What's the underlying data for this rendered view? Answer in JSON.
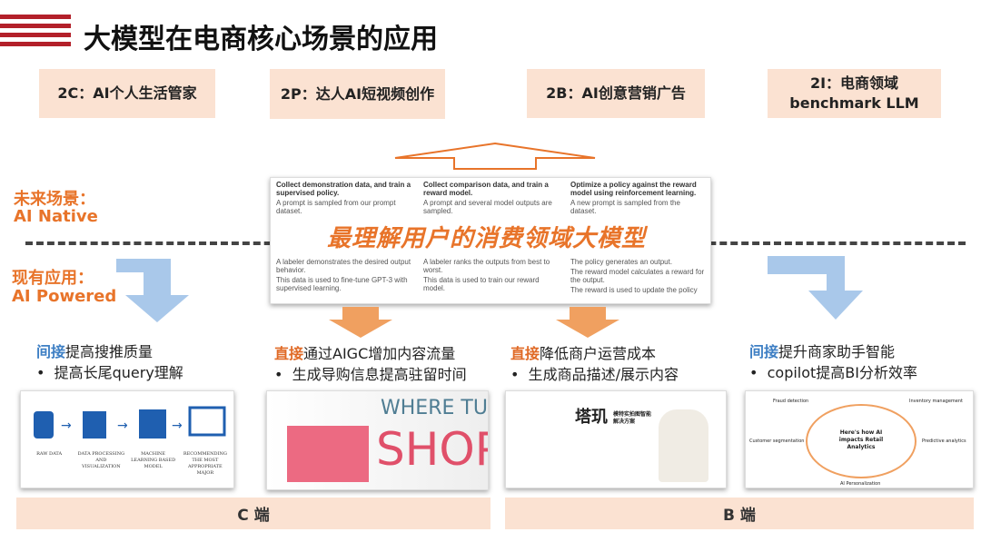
{
  "title": "大模型在电商核心场景的应用",
  "top_boxes": [
    "2C：AI个人生活管家",
    "2P：达人AI短视频创作",
    "2B：AI创意营销广告",
    "2I：电商领域 benchmark LLM"
  ],
  "left_labels": {
    "future": "未来场景：",
    "future_sub": "AI Native",
    "current": "现有应用：",
    "current_sub": "AI Powered"
  },
  "center_image": {
    "overlay": "最理解用户的消费领域大模型",
    "columns": [
      {
        "head": "Collect demonstration data, and train a supervised policy.",
        "body": [
          "A prompt is sampled from our prompt dataset.",
          "A labeler demonstrates the desired output behavior.",
          "This data is used to fine-tune GPT-3 with supervised learning."
        ]
      },
      {
        "head": "Collect comparison data, and train a reward model.",
        "body": [
          "A prompt and several model outputs are sampled.",
          "A labeler ranks the outputs from best to worst.",
          "This data is used to train our reward model."
        ]
      },
      {
        "head": "Optimize a policy against the reward model using reinforcement learning.",
        "body": [
          "A new prompt is sampled from the dataset.",
          "The policy generates an output.",
          "The reward model calculates a reward for the output.",
          "The reward is used to update the policy"
        ]
      }
    ]
  },
  "apps": [
    {
      "lead": "间接",
      "rest": "提高搜推质量",
      "bullet": "提高长尾query理解",
      "img": [
        "RAW DATA",
        "DATA PROCESSING AND VISUALIZATION",
        "MACHINE LEARNING BASED MODEL",
        "RECOMMENDING THE MOST APPROPRIATE MAJOR"
      ]
    },
    {
      "lead": "直接",
      "rest": "通过AIGC增加内容流量",
      "bullet": "生成导购信息提高驻留时间",
      "img": [
        "WHERE TU",
        "SHOP"
      ]
    },
    {
      "lead": "直接",
      "rest": "降低商户运营成本",
      "bullet": "生成商品描述/展示内容",
      "img": [
        "塔玑",
        "模特实拍图智能解决方案"
      ]
    },
    {
      "lead": "间接",
      "rest": "提升商家助手智能",
      "bullet": "copilot提高BI分析效率",
      "img": [
        "Here's how AI impacts Retail Analytics",
        "Fraud detection",
        "Inventory management",
        "Predictive analytics",
        "AI Personalization",
        "Customer segmentation"
      ]
    }
  ],
  "bars": [
    "C 端",
    "B 端"
  ],
  "bullet_char": "•"
}
